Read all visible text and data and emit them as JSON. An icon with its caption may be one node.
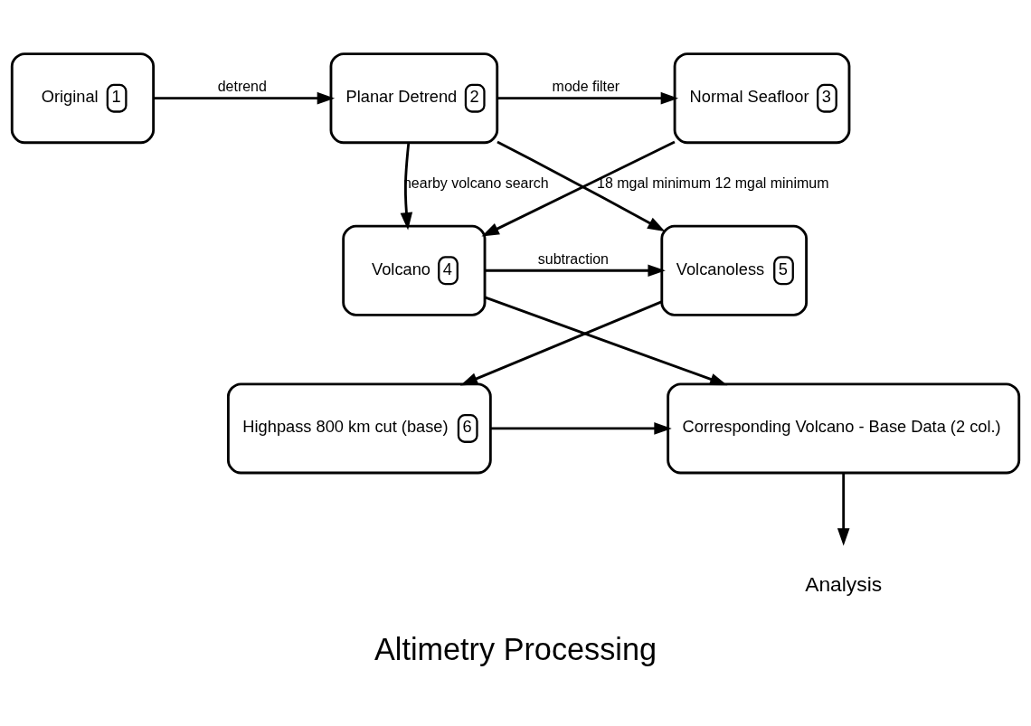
{
  "diagram": {
    "title": "Altimetry Processing",
    "nodes": [
      {
        "text": [
          "Original",
          "1"
        ]
      },
      {
        "text": [
          "Planar Detrend",
          "2"
        ]
      },
      {
        "text": [
          "Normal Seafloor",
          "3"
        ]
      },
      {
        "text": [
          "Volcanoless",
          "5"
        ]
      },
      {
        "text": [
          "Volcano",
          "4"
        ]
      },
      {
        "text": [
          "Highpass 800 km cut (base)",
          "6"
        ]
      },
      {
        "text": [
          "Corresponding Volcano - Base Data (2 col.)"
        ]
      },
      {
        "text": [
          "Analysis"
        ]
      }
    ],
    "edges": [
      {
        "from": 0,
        "to": 1,
        "arrow": "to",
        "label": "detrend"
      },
      {
        "from": 1,
        "to": 2,
        "arrow": "to",
        "label": "mode filter"
      },
      {
        "from": 1,
        "to": 3,
        "arrow": "to"
      },
      {
        "from": 1,
        "to": 4,
        "arrow": "to",
        "label": "nearby volcano search"
      },
      {
        "from": 2,
        "to": 4,
        "arrow": "to",
        "label": "18 mgal minimum 12 mgal minimum"
      },
      {
        "from": 4,
        "to": 3,
        "arrow": "to",
        "label": "subtraction"
      },
      {
        "from": 3,
        "to": 5,
        "arrow": "to"
      },
      {
        "from": 4,
        "to": 6,
        "arrow": "to"
      },
      {
        "from": 5,
        "to": 6,
        "arrow": "to"
      },
      {
        "from": 6,
        "to": 7,
        "arrow": "to"
      }
    ]
  }
}
